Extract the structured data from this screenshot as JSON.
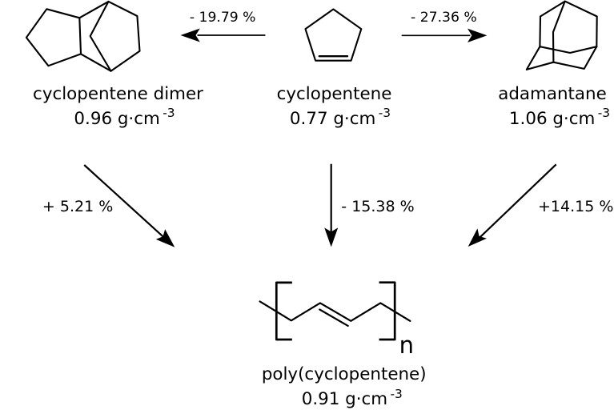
{
  "diagram": {
    "type": "chemical-reaction-scheme",
    "colors": {
      "ink": "#000000",
      "background": "#ffffff"
    },
    "nodes": [
      {
        "id": "cyclopentene-dimer",
        "label": "cyclopentene dimer",
        "density_value": "0.96 g·cm",
        "density_exponent": "-3"
      },
      {
        "id": "cyclopentene",
        "label": "cyclopentene",
        "density_value": "0.77 g·cm",
        "density_exponent": "-3"
      },
      {
        "id": "adamantane",
        "label": "adamantane",
        "density_value": "1.06 g·cm",
        "density_exponent": "-3"
      },
      {
        "id": "poly-cyclopentene",
        "label": "poly(cyclopentene)",
        "density_value": "0.91 g·cm",
        "density_exponent": "-3"
      }
    ],
    "edges": [
      {
        "from": "cyclopentene",
        "to": "cyclopentene-dimer",
        "label": "- 19.79 %"
      },
      {
        "from": "cyclopentene",
        "to": "adamantane",
        "label": "- 27.36 %"
      },
      {
        "from": "cyclopentene-dimer",
        "to": "poly-cyclopentene",
        "label": "+ 5.21 %"
      },
      {
        "from": "cyclopentene",
        "to": "poly-cyclopentene",
        "label": "- 15.38 %"
      },
      {
        "from": "adamantane",
        "to": "poly-cyclopentene",
        "label": "+14.15 %"
      }
    ],
    "repeat_subscript": "n"
  }
}
